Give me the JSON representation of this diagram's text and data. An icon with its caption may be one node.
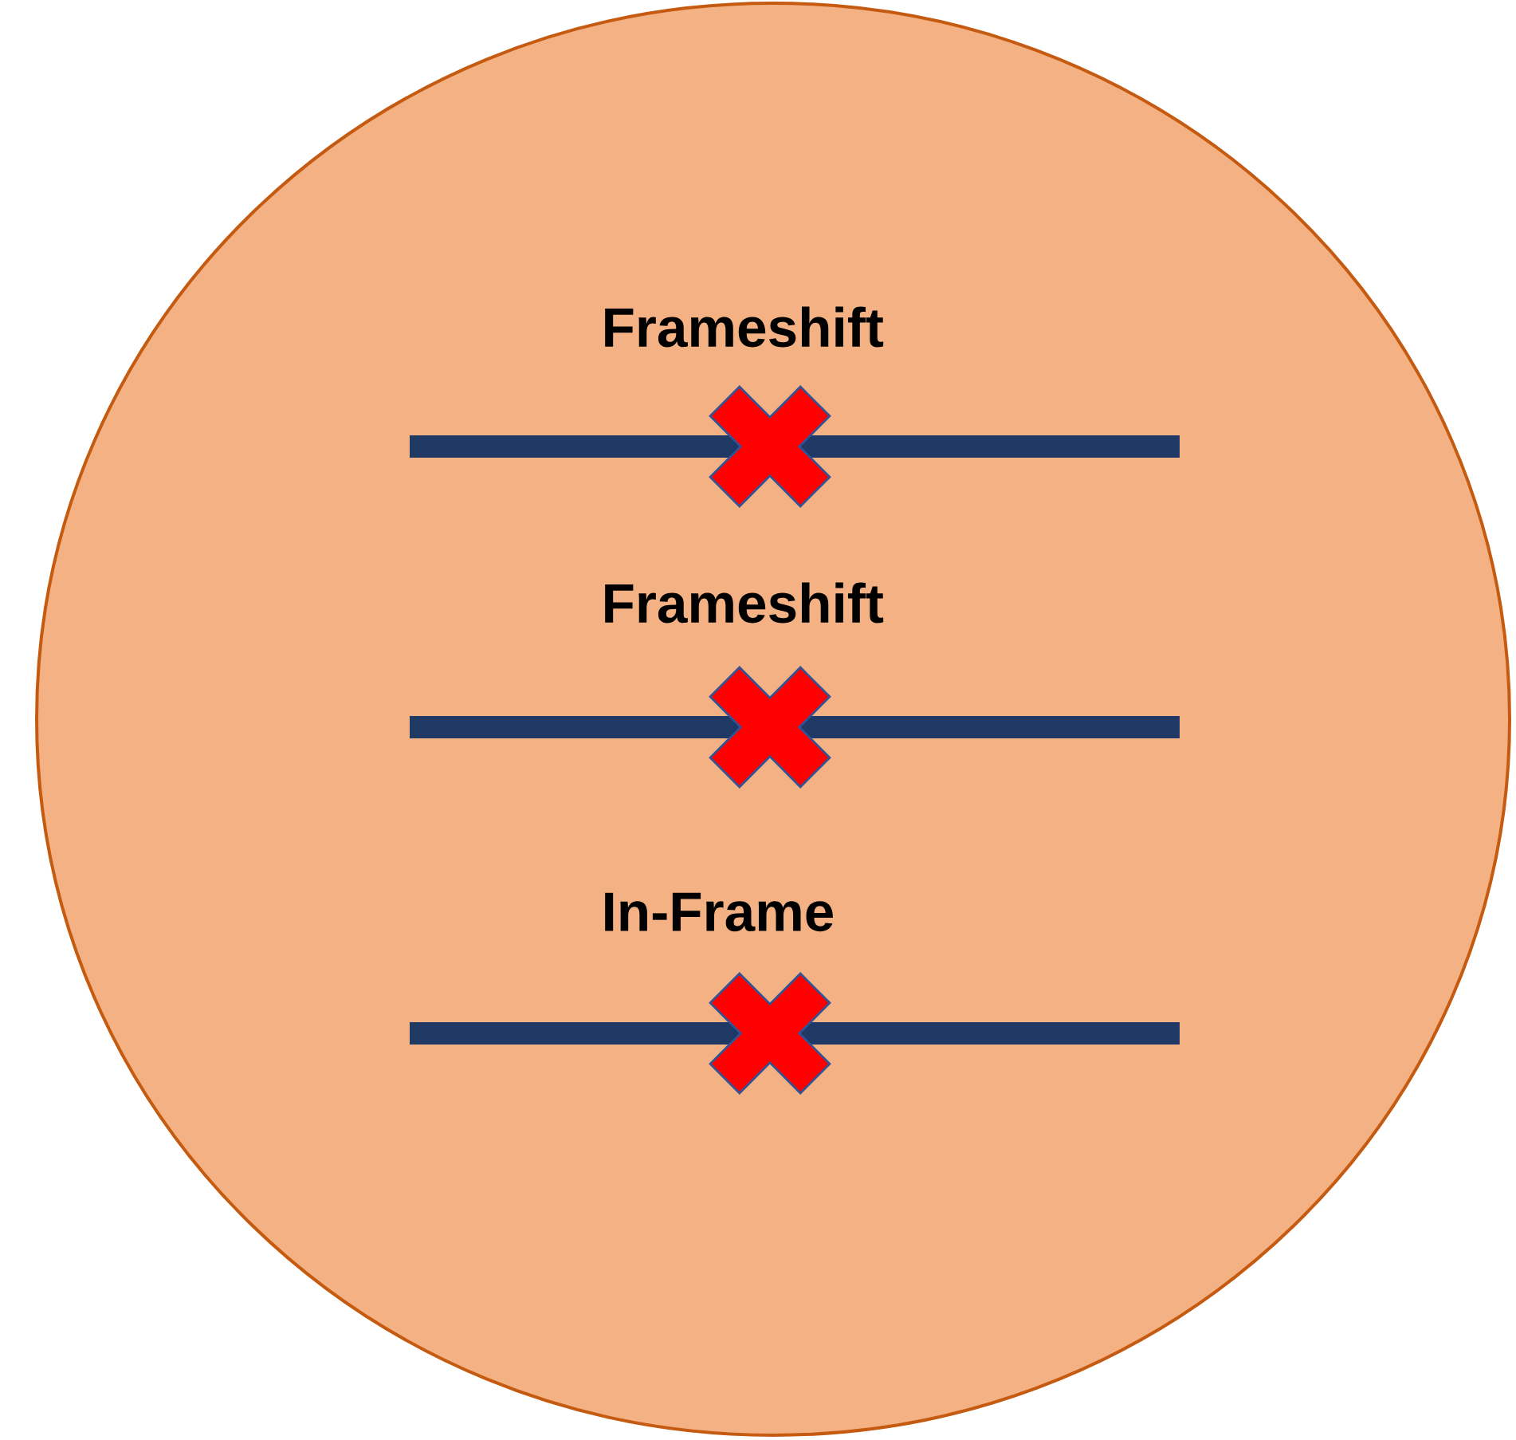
{
  "diagram": {
    "labels": [
      "Frameshift",
      "Frameshift",
      "In-Frame"
    ]
  }
}
